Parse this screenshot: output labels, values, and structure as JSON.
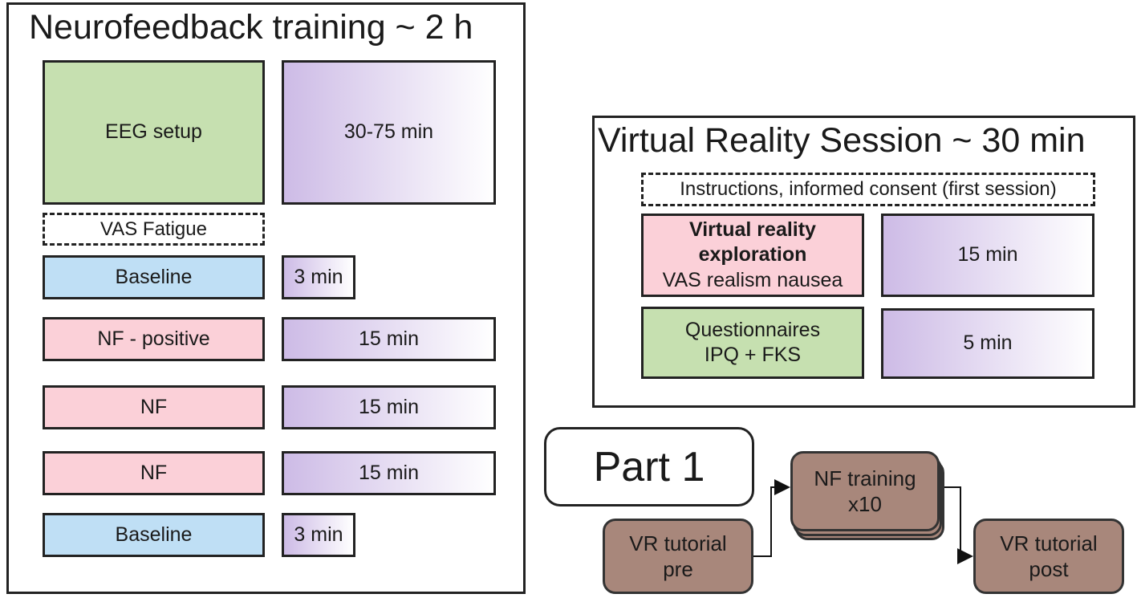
{
  "nf_panel": {
    "title": "Neurofeedback training ~ 2 h",
    "eeg_setup": "EEG setup",
    "eeg_time": "30-75 min",
    "vas_fatigue": "VAS Fatigue",
    "rows": [
      {
        "label": "Baseline",
        "time": "3 min",
        "color": "#bfdff5"
      },
      {
        "label": "NF - positive",
        "time": "15 min",
        "color": "#fbd0d8"
      },
      {
        "label": "NF",
        "time": "15 min",
        "color": "#fbd0d8"
      },
      {
        "label": "NF",
        "time": "15 min",
        "color": "#fbd0d8"
      },
      {
        "label": "Baseline",
        "time": "3 min",
        "color": "#bfdff5"
      }
    ]
  },
  "vr_panel": {
    "title": "Virtual Reality Session ~ 30 min",
    "instructions": "Instructions, informed consent (first session)",
    "exploration_bold": "Virtual reality exploration",
    "exploration_sub": "VAS realism nausea",
    "exploration_time": "15 min",
    "questionnaires_line1": "Questionnaires",
    "questionnaires_line2": "IPQ + FKS",
    "questionnaires_time": "5 min"
  },
  "part1": {
    "label": "Part 1",
    "nf_training_line1": "NF training",
    "nf_training_line2": "x10",
    "vr_pre_line1": "VR tutorial",
    "vr_pre_line2": "pre",
    "vr_post_line1": "VR tutorial",
    "vr_post_line2": "post"
  },
  "colors": {
    "setup_green": "#c6e0b0",
    "nf_pink": "#fbd0d8",
    "baseline_blue": "#bfdff5",
    "time_purple": "#cdbbe6",
    "part1_brown": "#a8877b"
  }
}
